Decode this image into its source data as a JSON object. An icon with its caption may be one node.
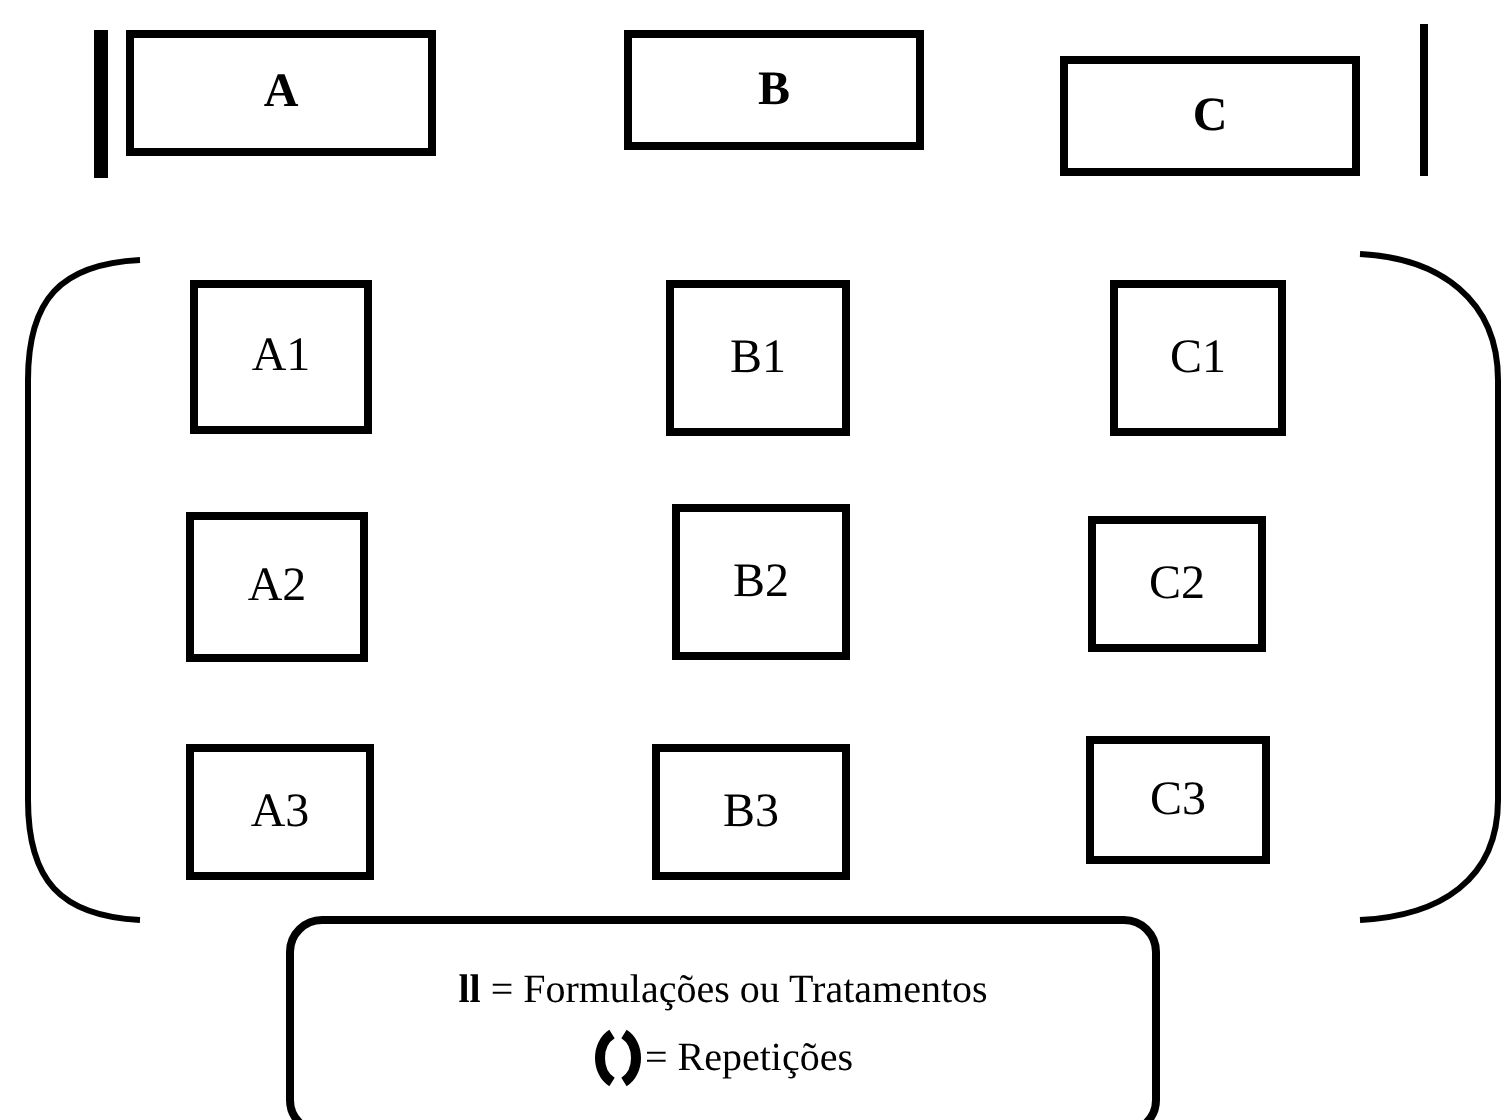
{
  "diagram": {
    "nodes": [
      {
        "text": [
          "A"
        ]
      },
      {
        "text": [
          "B"
        ]
      },
      {
        "text": [
          "C"
        ]
      },
      {
        "text": [
          "A1"
        ]
      },
      {
        "text": [
          "B1"
        ]
      },
      {
        "text": [
          "C1"
        ]
      },
      {
        "text": [
          "A2"
        ]
      },
      {
        "text": [
          "B2"
        ]
      },
      {
        "text": [
          "C2"
        ]
      },
      {
        "text": [
          "A3"
        ]
      },
      {
        "text": [
          "B3"
        ]
      },
      {
        "text": [
          "C3"
        ]
      }
    ],
    "legend": [
      {
        "text": "**ll** = Formulações ou Tratamentos"
      },
      {
        "text": "= Repetições"
      }
    ]
  }
}
